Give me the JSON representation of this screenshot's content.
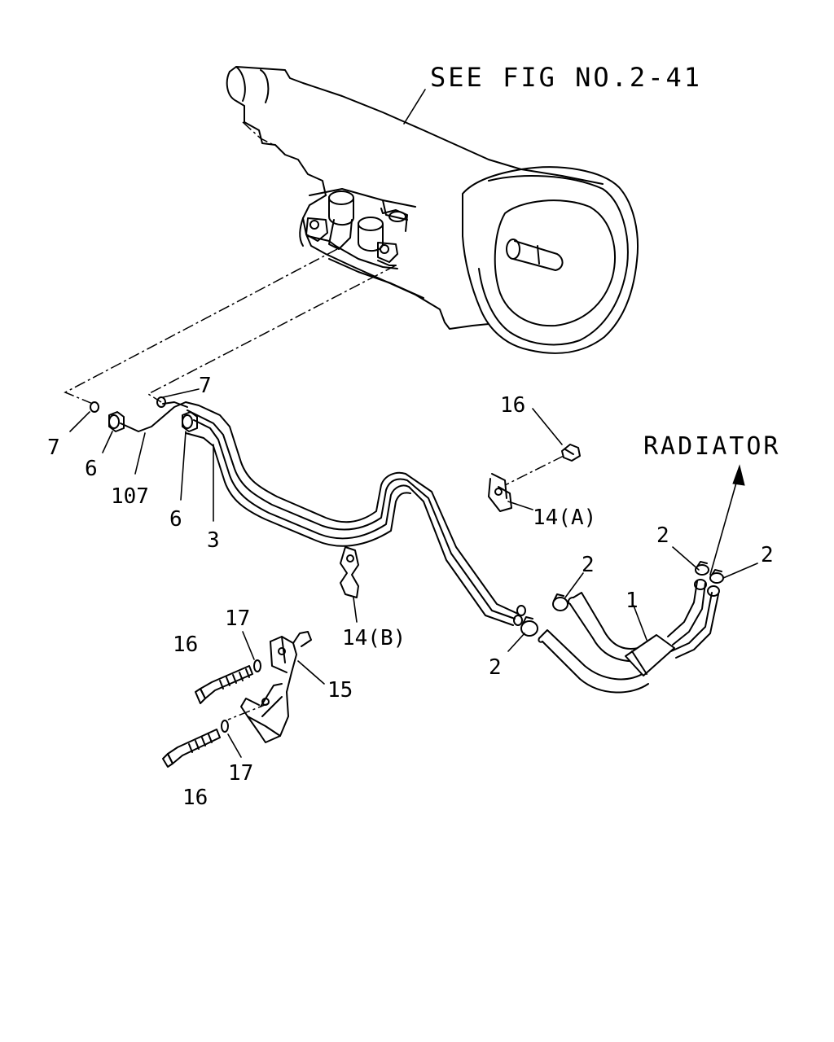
{
  "callouts": {
    "see_fig": "SEE FIG NO.2-41",
    "radiator": "RADIATOR"
  },
  "labels": {
    "p7_left": "7",
    "p7_top": "7",
    "p6_left": "6",
    "p6_mid": "6",
    "p107": "107",
    "p3": "3",
    "p16_top": "16",
    "p14a": "14(A)",
    "p14b": "14(B)",
    "p2_mid": "2",
    "p2_low": "2",
    "p1": "1",
    "p2_rad_left": "2",
    "p2_rad_right": "2",
    "p17_top": "17",
    "p16_mid": "16",
    "p15": "15",
    "p17_low": "17",
    "p16_low": "16"
  }
}
